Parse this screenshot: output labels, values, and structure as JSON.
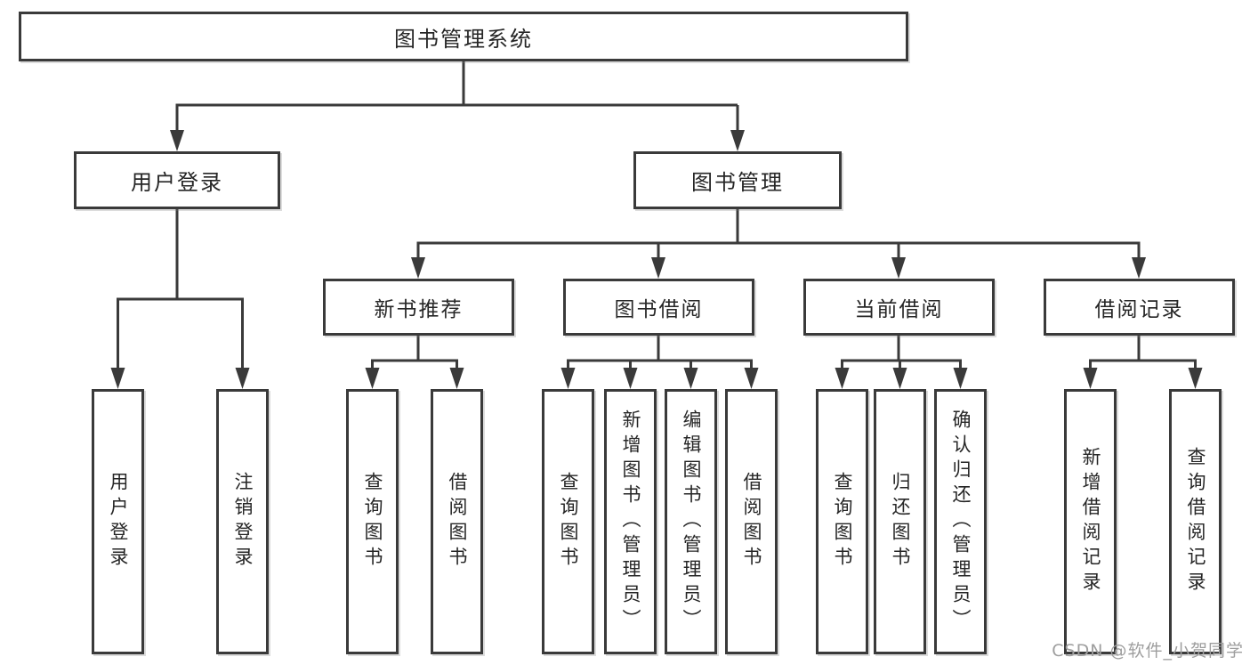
{
  "diagram_title": "图书管理系统",
  "nodes": {
    "root": "图书管理系统",
    "user_login": "用户登录",
    "book_management": "图书管理",
    "level3": [
      "新书推荐",
      "图书借阅",
      "当前借阅",
      "借阅记录"
    ],
    "user_login_children": [
      "用户登录",
      "注销登录"
    ],
    "new_book_children": [
      "查询图书",
      "借阅图书"
    ],
    "book_borrow_children": [
      "查询图书",
      "新增图书（管理员）",
      "编辑图书（管理员）",
      "借阅图书"
    ],
    "current_borrow_children": [
      "查询图书",
      "归还图书",
      "确认归还（管理员）"
    ],
    "borrow_records_children": [
      "新增借阅记录",
      "查询借阅记录"
    ]
  },
  "watermark": "CSDN @软件_小贺同学",
  "colors": {
    "line": "#3a3a3a",
    "text": "#262626",
    "watermark": "#9e9e9e",
    "background": "#ffffff"
  }
}
